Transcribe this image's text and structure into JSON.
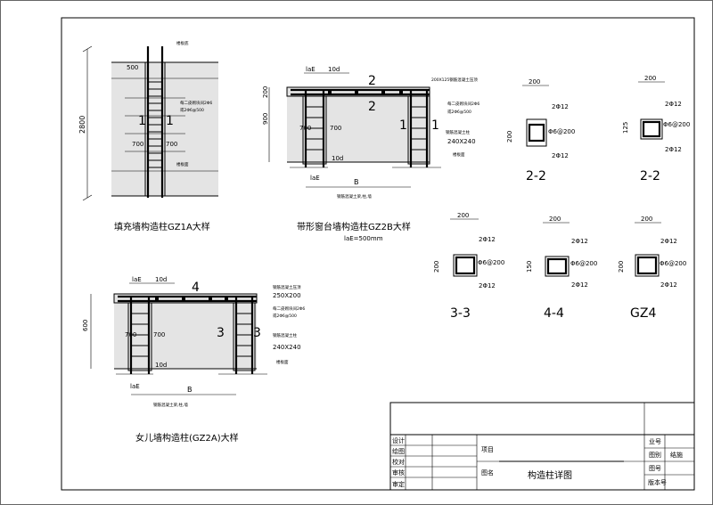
{
  "drawings": {
    "gz1a": {
      "title": "填充墙构造柱GZ1A大样",
      "dim_height": "2800",
      "dim_top": "500",
      "dim_mid": "700",
      "dim_mid2": "700",
      "section_left": "1",
      "section_right": "1",
      "note_top": "楼板底",
      "note_rebar1": "每二皮砌块间2Φ6",
      "note_rebar2": "或2Φ6@500",
      "note_bottom": "楼板面"
    },
    "gz2b": {
      "title": "带形窗台墙构造柱GZ2B大样",
      "formula": "laE=500mm",
      "dim_lae_top": "laE",
      "dim_10d_top": "10d",
      "dim_height": "900",
      "dim_200": "200",
      "dim_700a": "700",
      "dim_700b": "700",
      "dim_lae_bot": "laE",
      "dim_10d_bot": "10d",
      "dim_B": "B",
      "section_2": "2",
      "section_2b": "2",
      "section_1": "1",
      "section_1b": "1",
      "note_beam": "200X125钢筋混凝土压顶",
      "note_rebar1": "每二皮砌块间2Φ6",
      "note_rebar2": "或2Φ6@500",
      "note_col": "钢筋混凝土柱",
      "note_size": "240X240",
      "note_floor": "楼板面",
      "note_below": "钢筋混凝土梁,柱,墙"
    },
    "gz2a": {
      "title": "女儿墙构造柱(GZ2A)大样",
      "dim_lae_top": "laE",
      "dim_10d_top": "10d",
      "dim_height": "600",
      "dim_700a": "700",
      "dim_700b": "700",
      "dim_lae_bot": "laE",
      "dim_10d_bot": "10d",
      "dim_B": "B",
      "section_4": "4",
      "section_3": "3",
      "section_3b": "3",
      "note_top": "钢筋混凝土压顶",
      "note_size1": "250X200",
      "note_rebar1": "每二皮砌块间2Φ6",
      "note_rebar2": "或2Φ6@500",
      "note_col": "钢筋混凝土柱",
      "note_size2": "240X240",
      "note_floor": "楼板面",
      "note_below": "钢筋混凝土梁,柱,墙"
    }
  },
  "sections": [
    {
      "label": "2-2",
      "dim_w": "200",
      "dim_h": "200",
      "rebar_top": "2Φ12",
      "rebar_side": "Φ6@200",
      "rebar_bottom": "2Φ12"
    },
    {
      "label": "2-2",
      "dim_w": "200",
      "dim_h": "125",
      "rebar_top": "2Φ12",
      "rebar_side": "Φ6@200",
      "rebar_bottom": "2Φ12"
    },
    {
      "label": "3-3",
      "dim_w": "200",
      "dim_h": "200",
      "rebar_top": "2Φ12",
      "rebar_side": "Φ6@200",
      "rebar_bottom": "2Φ12"
    },
    {
      "label": "4-4",
      "dim_w": "200",
      "dim_h": "150",
      "rebar_top": "2Φ12",
      "rebar_side": "Φ6@200",
      "rebar_bottom": "2Φ12"
    },
    {
      "label": "GZ4",
      "dim_w": "200",
      "dim_h": "200",
      "rebar_top": "2Φ12",
      "rebar_side": "Φ6@200",
      "rebar_bottom": "2Φ12"
    }
  ],
  "title_block": {
    "rows": [
      "设计",
      "绘图",
      "校对",
      "审核",
      "审定"
    ],
    "project_label": "项目",
    "drawing_name_label": "图名",
    "drawing_name": "构造柱详图",
    "right_rows": [
      "业号",
      "图别",
      "图号",
      "版本号"
    ],
    "drawing_type": "结施"
  }
}
